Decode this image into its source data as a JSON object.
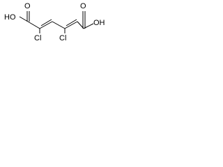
{
  "structure": {
    "atoms": {
      "oh_left": "HO",
      "o_left": "O",
      "cl_left": "Cl",
      "cl_right": "Cl",
      "o_right": "O",
      "oh_right": "OH"
    }
  }
}
